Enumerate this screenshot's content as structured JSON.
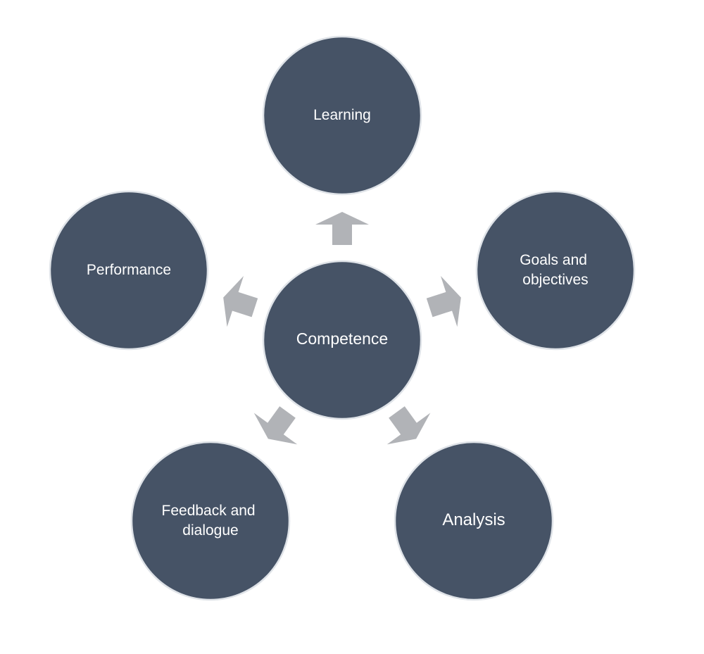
{
  "diagram": {
    "colors": {
      "node_fill": "#465366",
      "node_outline": "#dfe3e8",
      "arrow_fill": "#b1b3b7",
      "label_text": "#ffffff",
      "background": "#ffffff"
    },
    "center": {
      "label": "Competence"
    },
    "satellites": [
      {
        "label_lines": [
          "Learning"
        ]
      },
      {
        "label_lines": [
          "Goals and",
          "objectives"
        ]
      },
      {
        "label_lines": [
          "Analysis"
        ]
      },
      {
        "label_lines": [
          "Feedback and",
          "dialogue"
        ]
      },
      {
        "label_lines": [
          "Performance"
        ]
      }
    ]
  }
}
